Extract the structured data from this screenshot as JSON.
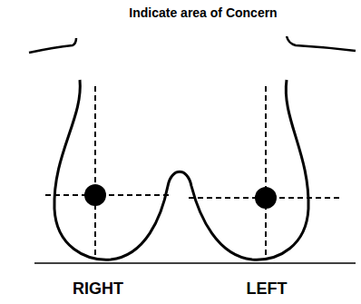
{
  "diagram": {
    "title": "Indicate area of Concern",
    "labels": [
      "RIGHT",
      "LEFT"
    ]
  }
}
